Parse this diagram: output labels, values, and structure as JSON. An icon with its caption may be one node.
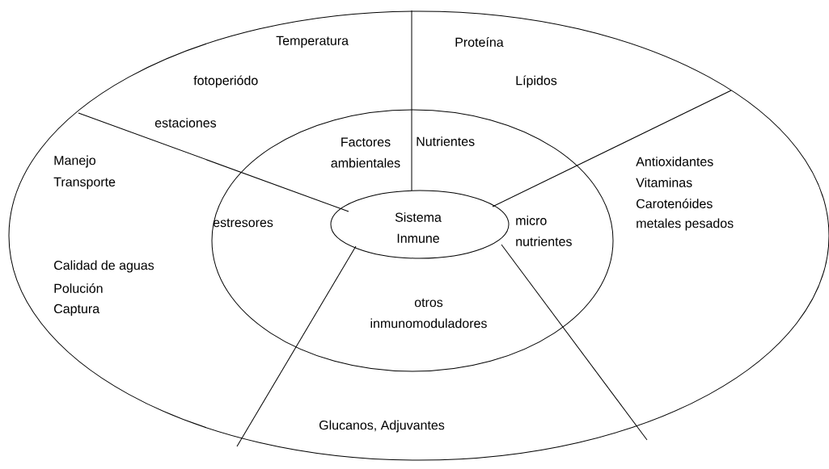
{
  "diagram": {
    "nodes": [
      {
        "text": [
          "Temperatura",
          "fotoperiódo",
          "estaciones",
          "Proteína",
          "Lípidos",
          "Manejo",
          "Transporte",
          "Antioxidantes",
          "Vitaminas",
          "Carotenóides",
          "metales pesados",
          "Calidad de aguas",
          "Polución",
          "Captura",
          "Glucanos, Adjuvantes"
        ]
      },
      {
        "text": [
          "Factores ambientales",
          "Nutrientes",
          "estresores",
          "micro nutrientes",
          "otros inmunomoduladores"
        ],
        "in": 0
      },
      {
        "text": [
          "Sistema Inmune"
        ],
        "in": 1
      }
    ]
  }
}
